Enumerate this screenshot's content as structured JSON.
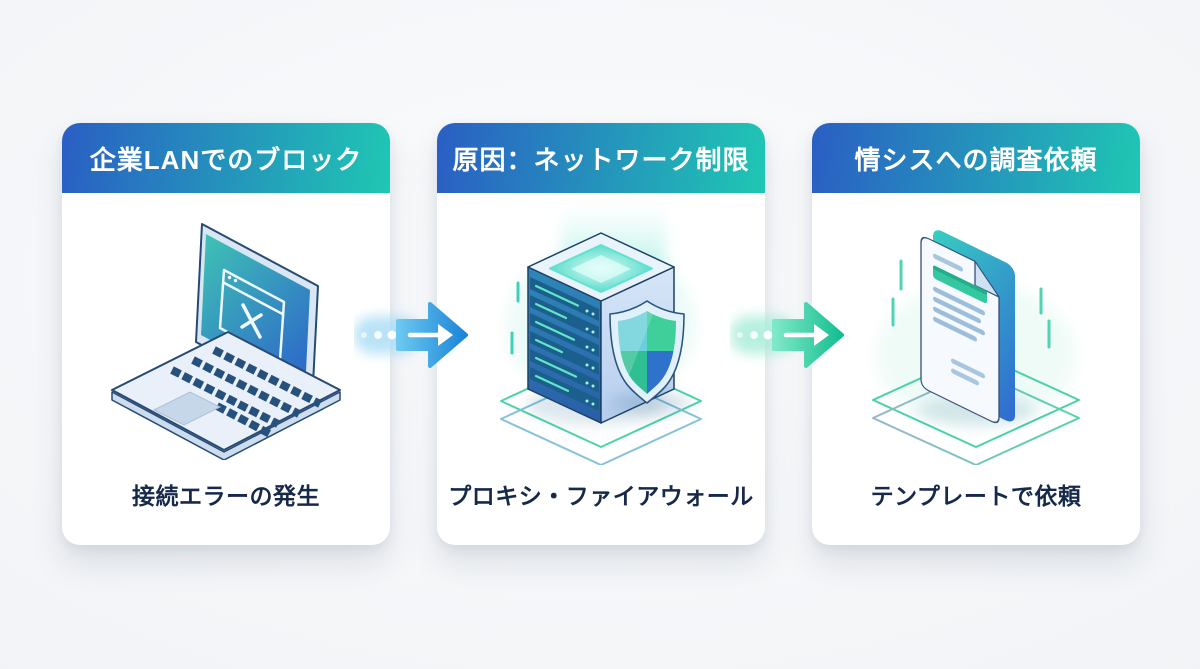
{
  "steps": [
    {
      "header": "企業LANでのブロック",
      "caption": "接続エラーの発生",
      "icon": "laptop-error-icon"
    },
    {
      "header": "原因：ネットワーク制限",
      "caption": "プロキシ・ファイアウォール",
      "icon": "server-shield-icon"
    },
    {
      "header": "情シスへの調査依頼",
      "caption": "テンプレートで依頼",
      "icon": "document-template-icon"
    }
  ],
  "arrows": [
    {
      "icon": "arrow-right-icon",
      "style": "blue",
      "color": "#1b84d8"
    },
    {
      "icon": "arrow-right-icon",
      "style": "teal",
      "color": "#14bd90"
    }
  ],
  "colors": {
    "header_gradient_start": "#2a5ec4",
    "header_gradient_end": "#1fc7b3",
    "header_text": "#ffffff",
    "caption_text": "#16294a",
    "card_background": "#ffffff",
    "canvas_background": "#eef1f5",
    "platform_green": "#4ed2a8",
    "illustration_blue": "#2f6fd0",
    "illustration_teal": "#35c8a0"
  }
}
